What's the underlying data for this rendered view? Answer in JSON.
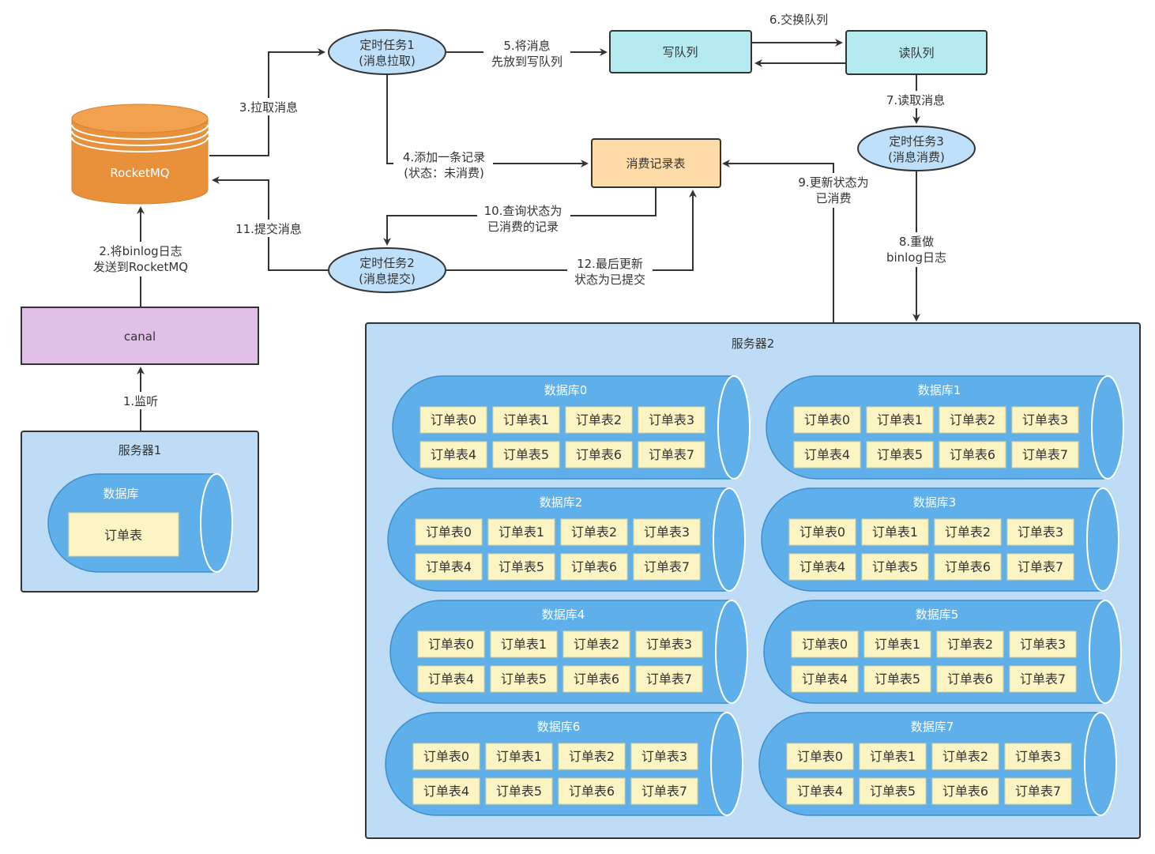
{
  "nodes": {
    "rocketmq": "RocketMQ",
    "canal": "canal",
    "server1": "服务器1",
    "server1_db": "数据库",
    "server1_table": "订单表",
    "task1": [
      "定时任务1",
      "(消息拉取)"
    ],
    "task2": [
      "定时任务2",
      "(消息提交)"
    ],
    "task3": [
      "定时任务3",
      "(消息消费)"
    ],
    "write_queue": "写队列",
    "read_queue": "读队列",
    "consume_table": "消费记录表",
    "server2": "服务器2"
  },
  "edges": [
    {
      "id": "e1",
      "label": [
        "1.监听"
      ]
    },
    {
      "id": "e2",
      "label": [
        "2.将binlog日志",
        "发送到RocketMQ"
      ]
    },
    {
      "id": "e3",
      "label": [
        "3.拉取消息"
      ]
    },
    {
      "id": "e4",
      "label": [
        "4.添加一条记录",
        "(状态：未消费)"
      ]
    },
    {
      "id": "e5",
      "label": [
        "5.将消息",
        "先放到写队列"
      ]
    },
    {
      "id": "e6",
      "label": [
        "6.交换队列"
      ]
    },
    {
      "id": "e7",
      "label": [
        "7.读取消息"
      ]
    },
    {
      "id": "e8",
      "label": [
        "8.重做",
        "binlog日志"
      ]
    },
    {
      "id": "e9",
      "label": [
        "9.更新状态为",
        "已消费"
      ]
    },
    {
      "id": "e10",
      "label": [
        "10.查询状态为",
        "已消费的记录"
      ]
    },
    {
      "id": "e11",
      "label": [
        "11.提交消息"
      ]
    },
    {
      "id": "e12",
      "label": [
        "12.最后更新",
        "状态为已提交"
      ]
    }
  ],
  "databases": [
    {
      "name": "数据库0",
      "tables": [
        "订单表0",
        "订单表1",
        "订单表2",
        "订单表3",
        "订单表4",
        "订单表5",
        "订单表6",
        "订单表7"
      ]
    },
    {
      "name": "数据库1",
      "tables": [
        "订单表0",
        "订单表1",
        "订单表2",
        "订单表3",
        "订单表4",
        "订单表5",
        "订单表6",
        "订单表7"
      ]
    },
    {
      "name": "数据库2",
      "tables": [
        "订单表0",
        "订单表1",
        "订单表2",
        "订单表3",
        "订单表4",
        "订单表5",
        "订单表6",
        "订单表7"
      ]
    },
    {
      "name": "数据库3",
      "tables": [
        "订单表0",
        "订单表1",
        "订单表2",
        "订单表3",
        "订单表4",
        "订单表5",
        "订单表6",
        "订单表7"
      ]
    },
    {
      "name": "数据库4",
      "tables": [
        "订单表0",
        "订单表1",
        "订单表2",
        "订单表3",
        "订单表4",
        "订单表5",
        "订单表6",
        "订单表7"
      ]
    },
    {
      "name": "数据库5",
      "tables": [
        "订单表0",
        "订单表1",
        "订单表2",
        "订单表3",
        "订单表4",
        "订单表5",
        "订单表6",
        "订单表7"
      ]
    },
    {
      "name": "数据库6",
      "tables": [
        "订单表0",
        "订单表1",
        "订单表2",
        "订单表3",
        "订单表4",
        "订单表5",
        "订单表6",
        "订单表7"
      ]
    },
    {
      "name": "数据库7",
      "tables": [
        "订单表0",
        "订单表1",
        "订单表2",
        "订单表3",
        "订单表4",
        "订单表5",
        "订单表6",
        "订单表7"
      ]
    }
  ],
  "colors": {
    "server_fill": "#bedcf6",
    "db_fill": "#5fb0ea",
    "table_fill": "#fdf4c3",
    "task_fill": "#bfe0fa",
    "queue_fill": "#b4eaf0",
    "consume_fill": "#ffdba8",
    "canal_fill": "#e1c0e7",
    "mq_fill": "#e8903a",
    "edge": "#333333"
  }
}
